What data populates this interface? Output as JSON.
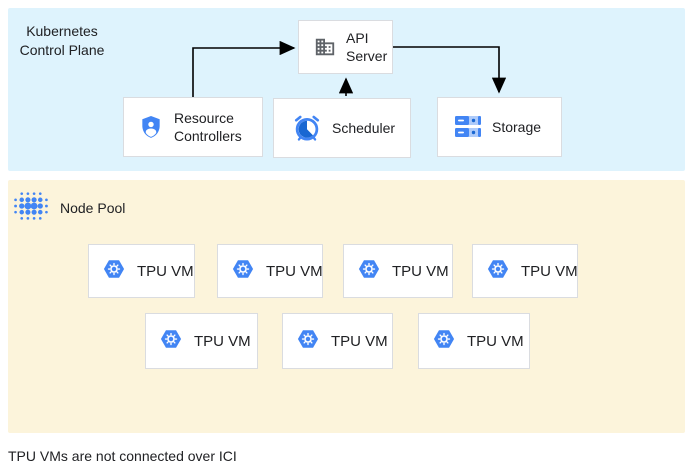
{
  "control_plane": {
    "title": "Kubernetes Control Plane",
    "nodes": {
      "api_server": {
        "label": "API Server",
        "icon": "building-icon"
      },
      "resource_controllers": {
        "label": "Resource Controllers",
        "icon": "shield-user-icon"
      },
      "scheduler": {
        "label": "Scheduler",
        "icon": "alarm-clock-icon"
      },
      "storage": {
        "label": "Storage",
        "icon": "server-stack-icon"
      }
    },
    "arrows": [
      "resource-controllers-to-api-server",
      "scheduler-to-api-server",
      "api-server-to-storage"
    ]
  },
  "node_pool": {
    "title": "Node Pool",
    "icon": "dot-cluster-icon",
    "tpu_vm_label": "TPU VM",
    "tpu_vm_count": 7
  },
  "caption": "TPU VMs are not connected over ICI",
  "colors": {
    "control_plane_bg": "#def3fd",
    "node_pool_bg": "#fcf4db",
    "icon_blue": "#4285f4",
    "icon_blue_light": "#aecbfa",
    "icon_blue_dark": "#1967d2",
    "icon_gray": "#5f6368",
    "box_border": "#dadce0",
    "text": "#202124",
    "arrow": "#000000"
  }
}
